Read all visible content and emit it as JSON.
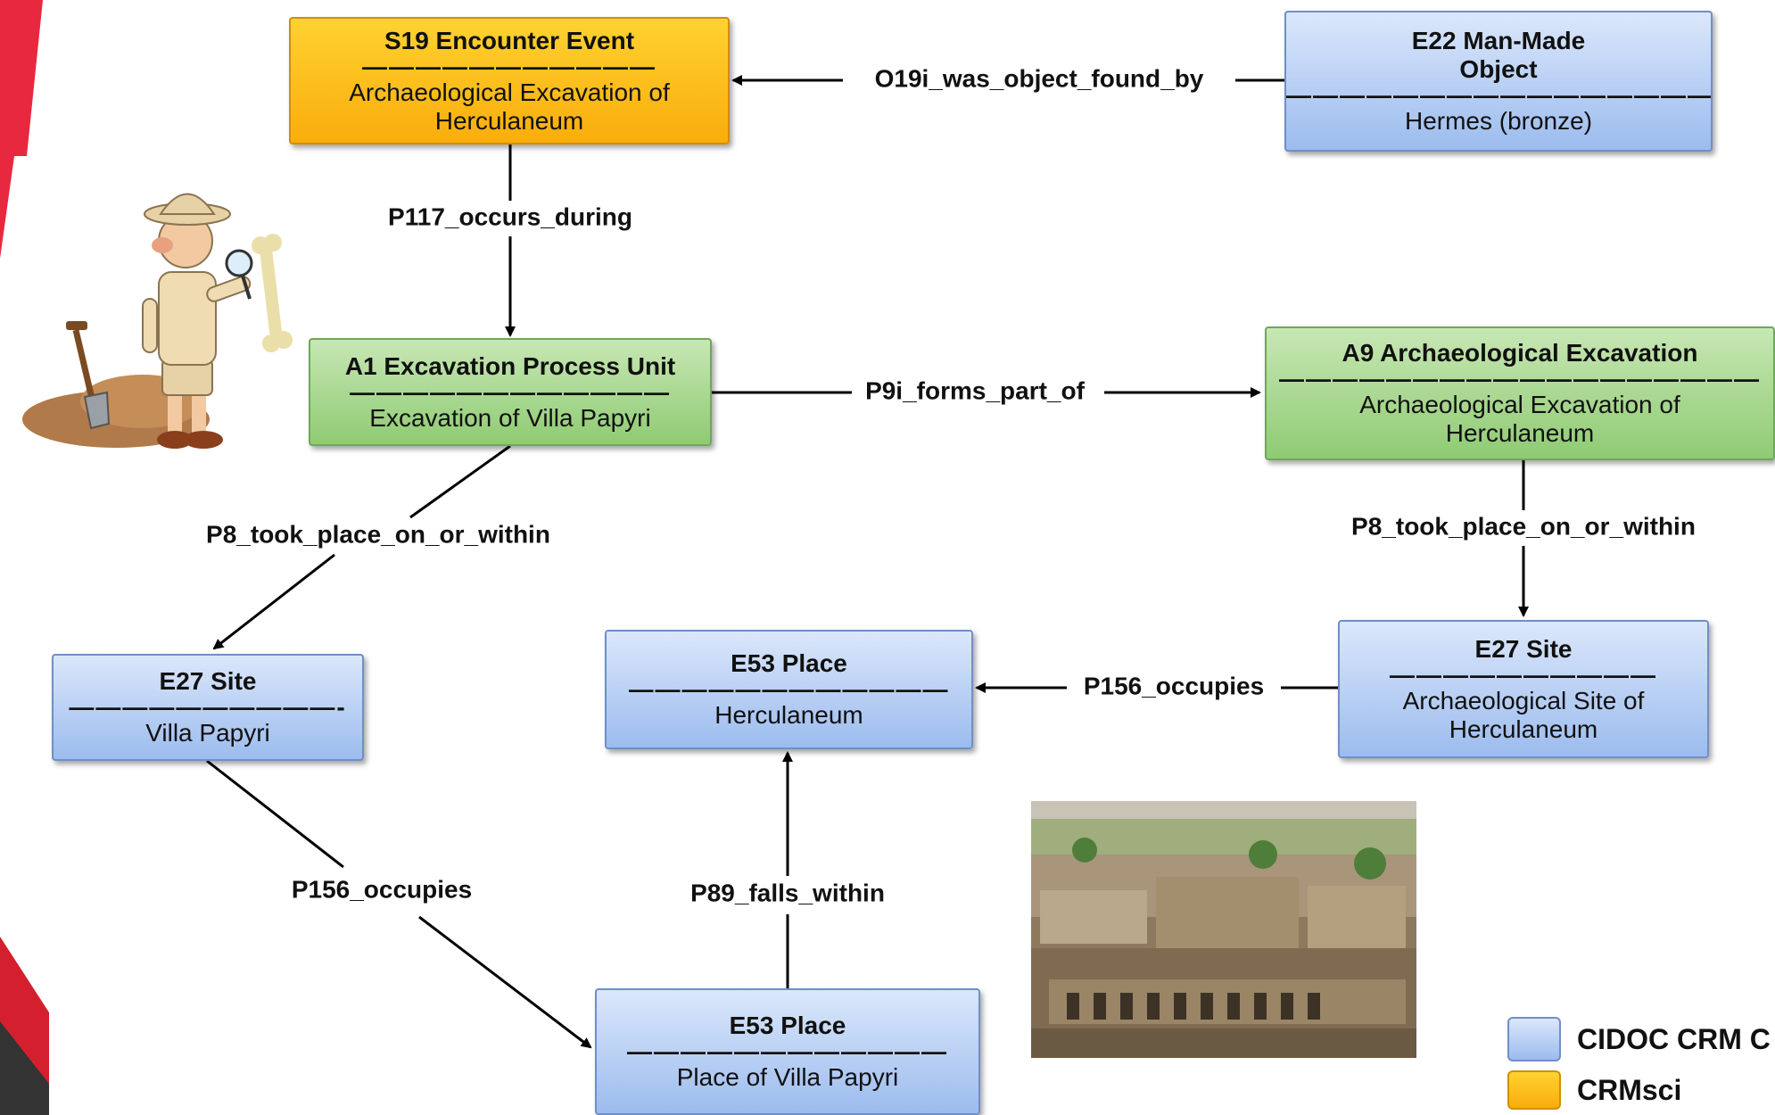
{
  "nodes": {
    "s19": {
      "type": "S19 Encounter Event",
      "sep": "———————————",
      "instance": "Archaeological Excavation of Herculaneum"
    },
    "e22": {
      "type": "E22 Man-Made Object",
      "sep": "————————————————",
      "instance": "Hermes (bronze)"
    },
    "a1": {
      "type": "A1 Excavation Process Unit",
      "sep": "————————————",
      "instance": "Excavation of Villa Papyri"
    },
    "a9": {
      "type": "A9 Archaeological Excavation",
      "sep": "——————————————————",
      "instance": "Archaeological Excavation of Herculaneum"
    },
    "e27_vp": {
      "type": "E27 Site",
      "sep": "——————————-",
      "instance": "Villa Papyri"
    },
    "e53_h": {
      "type": "E53 Place",
      "sep": "————————————",
      "instance": "Herculaneum"
    },
    "e27_ash": {
      "type": "E27 Site",
      "sep": "——————————",
      "instance": "Archaeological Site of Herculaneum"
    },
    "e53_pvp": {
      "type": "E53 Place",
      "sep": "————————————",
      "instance": "Place of Villa Papyri"
    }
  },
  "edges": {
    "o19i": "O19i_was_object_found_by",
    "p117": "P117_occurs_during",
    "p9i": "P9i_forms_part_of",
    "p8_a1": "P8_took_place_on_or_within",
    "p8_a9": "P8_took_place_on_or_within",
    "p156_r": "P156_occupies",
    "p156_l": "P156_occupies",
    "p89": "P89_falls_within"
  },
  "legend": [
    {
      "label": "CIDOC CRM C",
      "color": "#a9c4f0"
    },
    {
      "label": "CRMsci",
      "color": "#f9b51a"
    }
  ],
  "colors": {
    "blue": "#9cbcee",
    "green": "#8fcb73",
    "orange": "#f9ad0b",
    "accent_red": "#e8283f"
  }
}
